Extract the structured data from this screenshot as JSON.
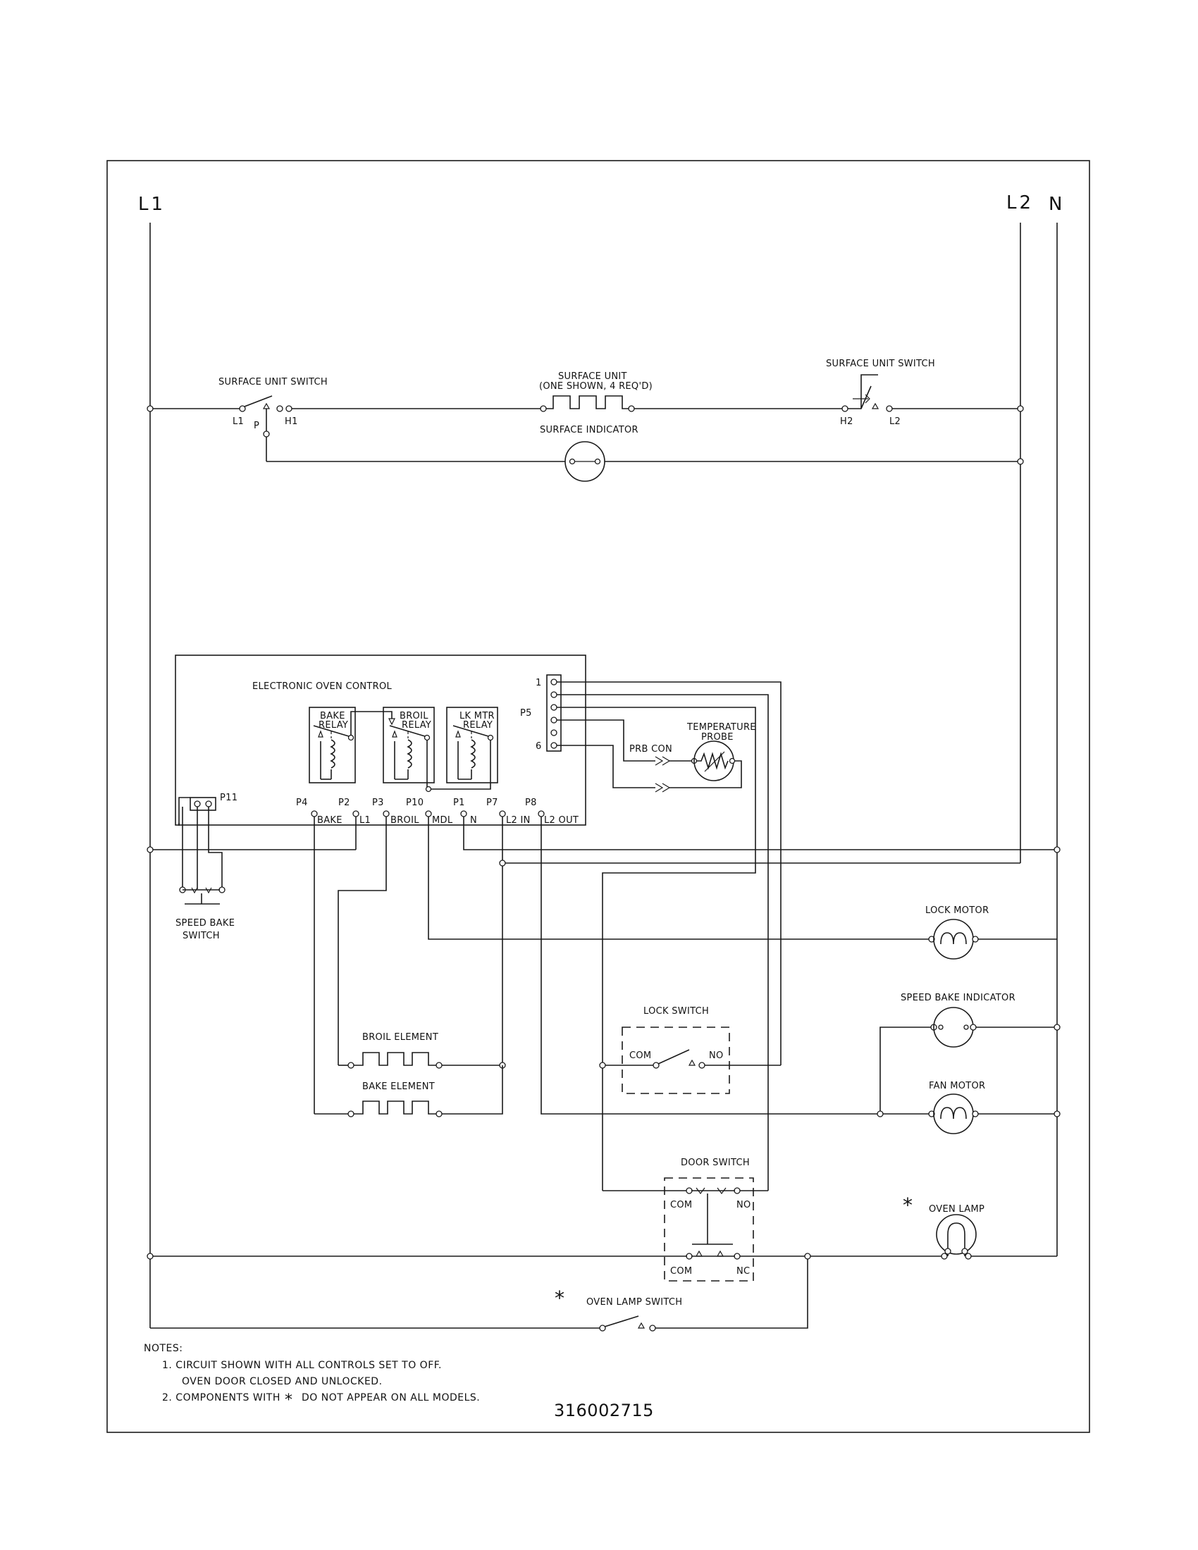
{
  "lines": {
    "l1": "L1",
    "l2": "L2",
    "n": "N"
  },
  "surface": {
    "switch_left": "SURFACE UNIT SWITCH",
    "switch_right": "SURFACE UNIT SWITCH",
    "unit_title": "SURFACE UNIT",
    "unit_sub": "(ONE SHOWN, 4 REQ'D)",
    "indicator": "SURFACE INDICATOR",
    "t_l1": "L1",
    "t_p": "P",
    "t_h1": "H1",
    "t_h2": "H2",
    "t_l2": "L2"
  },
  "control": {
    "title": "ELECTRONIC OVEN CONTROL",
    "bake_relay_1": "BAKE",
    "bake_relay_2": "RELAY",
    "broil_relay_1": "BROIL",
    "broil_relay_2": "RELAY",
    "lk_relay_1": "LK MTR",
    "lk_relay_2": "RELAY",
    "p5": "P5",
    "pin1": "1",
    "pin6": "6",
    "p11": "P11",
    "prb_con": "PRB CON",
    "probe_1": "TEMPERATURE",
    "probe_2": "PROBE",
    "pins": {
      "p4": "P4",
      "p2": "P2",
      "p3": "P3",
      "p10": "P10",
      "p1": "P1",
      "p7": "P7",
      "p8": "P8"
    },
    "terms": {
      "bake": "BAKE",
      "l1": "L1",
      "broil": "BROIL",
      "mdl": "MDL",
      "n": "N",
      "l2in": "L2 IN",
      "l2out": "L2 OUT"
    }
  },
  "components": {
    "speed_bake_switch_1": "SPEED BAKE",
    "speed_bake_switch_2": "SWITCH",
    "lock_motor": "LOCK MOTOR",
    "speed_bake_indicator": "SPEED BAKE INDICATOR",
    "fan_motor": "FAN MOTOR",
    "broil_element": "BROIL ELEMENT",
    "bake_element": "BAKE ELEMENT",
    "lock_switch": "LOCK SWITCH",
    "lock_com": "COM",
    "lock_no": "NO",
    "door_switch": "DOOR SWITCH",
    "door_com1": "COM",
    "door_no": "NO",
    "door_com2": "COM",
    "door_nc": "NC",
    "oven_lamp": "OVEN LAMP",
    "oven_lamp_switch": "OVEN LAMP SWITCH",
    "asterisk": "*"
  },
  "notes": {
    "title": "NOTES:",
    "n1a": "1.   CIRCUIT SHOWN WITH ALL CONTROLS SET TO OFF.",
    "n1b": "OVEN DOOR CLOSED AND UNLOCKED.",
    "n2a": "2.   COMPONENTS WITH",
    "n2star": "*",
    "n2b": "DO NOT APPEAR ON ALL MODELS."
  },
  "part_number": "316002715"
}
